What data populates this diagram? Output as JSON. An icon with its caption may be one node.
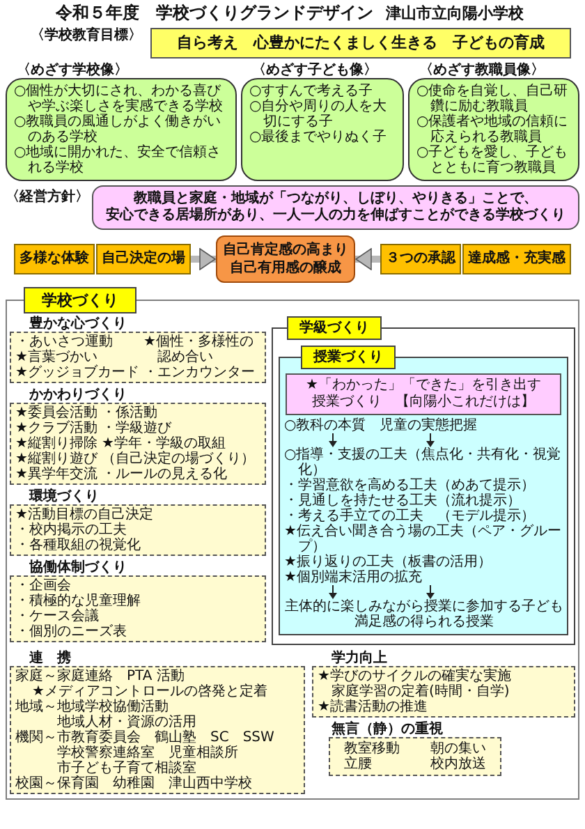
{
  "diagram": {
    "title": "令和５年度　学校づくりグランドデザイン",
    "nodes": [
      {
        "text": [
          "〈学校教育目標〉",
          "自ら考え　心豊かにたくましく生きる　子どもの育成"
        ]
      },
      {
        "text": [
          "〈めざす学校像〉",
          "○個性が大切にされ、わかる喜びや学ぶ楽しさを実感できる学校",
          "○教職員の風通しがよく働きがいのある学校",
          "○地域に開かれた、安全で信頼される学校"
        ]
      },
      {
        "text": [
          "〈めざす子ども像〉",
          "○すすんで考える子",
          "○自分や周りの人を大切にする子",
          "○最後までやりぬく子"
        ]
      },
      {
        "text": [
          "〈めざす教職員像〉",
          "○使命を自覚し、自己研鑽に励む教職員",
          "○保護者や地域の信頼に応えられる教職員",
          "○子どもを愛し、子どもとともに育つ教職員"
        ]
      },
      {
        "text": [
          "〈経営方針〉",
          "教職員と家庭・地域が「つながり、しぼり、やりきる」ことで、",
          "安心できる居場所があり、一人一人の力を伸ばすことができる学校づくり"
        ]
      },
      {
        "text": [
          "多様な体験"
        ]
      },
      {
        "text": [
          "自己決定の場"
        ]
      },
      {
        "text": [
          "自己肯定感の高まり",
          "自己有用感の醸成"
        ]
      },
      {
        "text": [
          "３つの承認"
        ]
      },
      {
        "text": [
          "達成感・充実感"
        ]
      },
      {
        "text": [
          "学校づくり"
        ]
      },
      {
        "text": [
          "学級づくり"
        ],
        "in": 10
      },
      {
        "text": [
          "授業づくり",
          "○教科の本質　児童の実態把握",
          "○指導・支援の工夫（焦点化・共有化・視覚化）",
          "・学習意欲を高める工夫（めあて提示）",
          "・見通しを持たせる工夫（流れ提示）",
          "・考える手立ての工夫　（モデル提示）",
          "★伝え合い聞き合う場の工夫（ペア・グループ）",
          "★振り返りの工夫（板書の活用）",
          "★個別端末活用の拡充",
          "主体的に楽しみながら授業に参加する子ども",
          "満足感の得られる授業"
        ],
        "in": 11
      },
      {
        "text": [
          "★「わかった」「できた」を引き出す",
          "授業づくり　【向陽小これだけは】"
        ],
        "in": 12
      },
      {
        "text": [
          "豊かな心づくり",
          "・あいさつ運動",
          "★言葉づかい",
          "★グッジョブカード",
          "★個性・多様性の認め合い",
          "・エンカウンター"
        ],
        "in": 10
      },
      {
        "text": [
          "かかわりづくり",
          "★委員会活動",
          "★クラブ活動",
          "★縦割り掃除",
          "★縦割り遊び",
          "★異学年交流",
          "・係活動",
          "・学級遊び",
          "★学年・学級の取組",
          "（自己決定の場づくり）",
          "・ルールの見える化"
        ],
        "in": 10
      },
      {
        "text": [
          "環境づくり",
          "★活動目標の自己決定",
          "・校内掲示の工夫",
          "・各種取組の視覚化"
        ],
        "in": 10
      },
      {
        "text": [
          "協働体制づくり",
          "・企画会",
          "・積極的な児童理解",
          "・ケース会議",
          "・個別のニーズ表"
        ],
        "in": 10
      },
      {
        "text": [
          "連　携",
          "家庭～家庭連絡　PTA 活動",
          "★メディアコントロールの啓発と定着",
          "地域～地域学校協働活動",
          "地域人材・資源の活用",
          "機関～市教育委員会　鶴山塾　SC　SSW",
          "学校警察連絡室　児童相談所",
          "市子ども子育て相談室",
          "校園～保育園　幼稚園　津山西中学校"
        ],
        "in": 10
      },
      {
        "text": [
          "学力向上",
          "★学びのサイクルの確実な実施",
          "家庭学習の定着(時間・自学)",
          "★読書活動の推進"
        ],
        "in": 10
      },
      {
        "text": [
          "無言（静）の重視",
          "教室移動",
          "立腰",
          "朝の集い",
          "校内放送"
        ],
        "in": 10
      }
    ],
    "edges": [
      {
        "from": 6,
        "to": 7,
        "arrow": "to"
      },
      {
        "from": 8,
        "to": 7,
        "arrow": "to"
      }
    ],
    "labels": [
      "津山市立向陽小学校"
    ]
  }
}
